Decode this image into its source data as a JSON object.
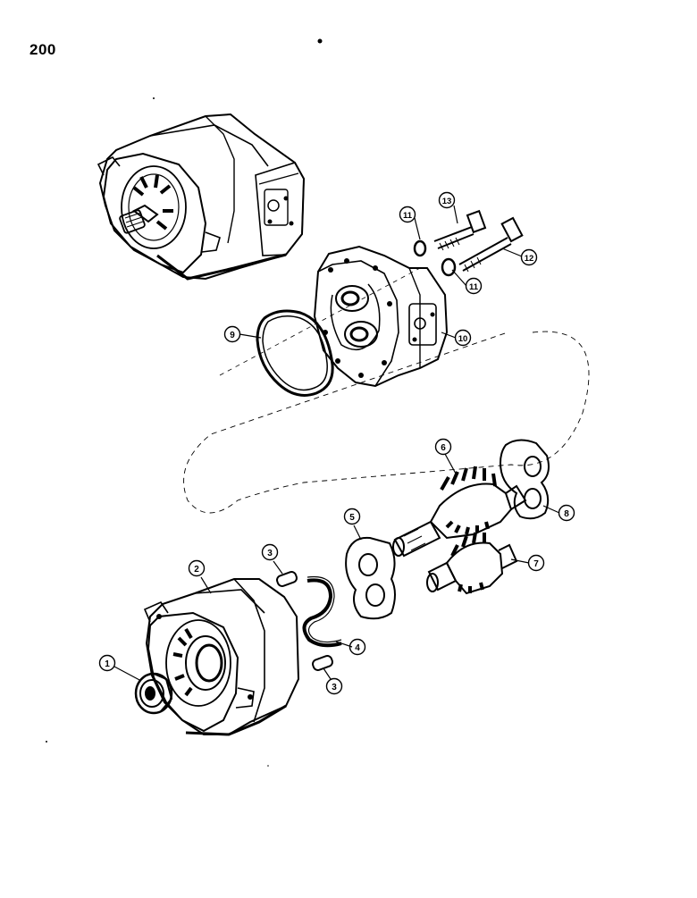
{
  "page": {
    "number": "200"
  },
  "callouts": [
    {
      "id": "1",
      "label": "1"
    },
    {
      "id": "2",
      "label": "2"
    },
    {
      "id": "3a",
      "label": "3"
    },
    {
      "id": "3b",
      "label": "3"
    },
    {
      "id": "4",
      "label": "4"
    },
    {
      "id": "5",
      "label": "5"
    },
    {
      "id": "6",
      "label": "6"
    },
    {
      "id": "7",
      "label": "7"
    },
    {
      "id": "8",
      "label": "8"
    },
    {
      "id": "9",
      "label": "9"
    },
    {
      "id": "10",
      "label": "10"
    },
    {
      "id": "11a",
      "label": "11"
    },
    {
      "id": "11b",
      "label": "11"
    },
    {
      "id": "12",
      "label": "12"
    },
    {
      "id": "13",
      "label": "13"
    }
  ]
}
